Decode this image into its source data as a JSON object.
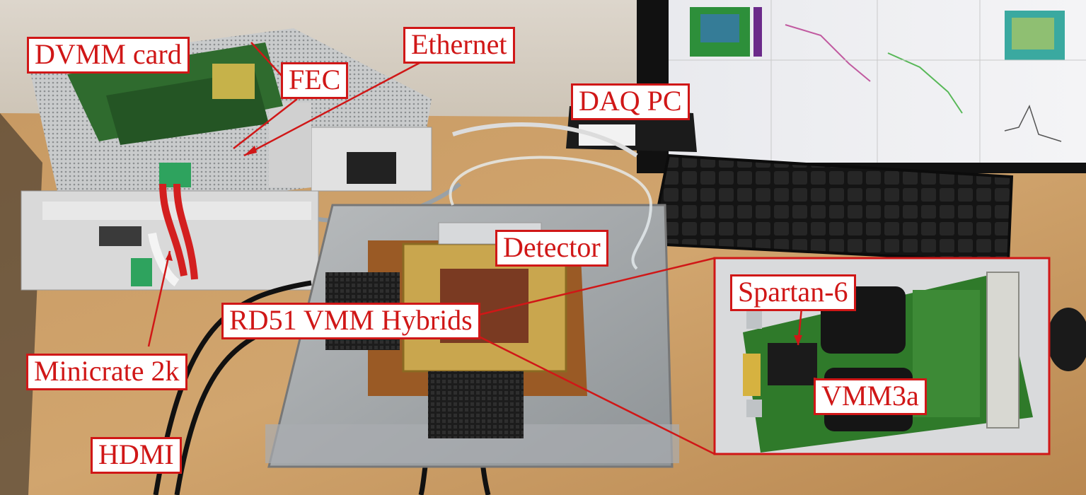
{
  "photo": {
    "description_free": true
  },
  "labels": {
    "dvmm_card": "DVMM card",
    "fec": "FEC",
    "ethernet": "Ethernet",
    "daq_pc": "DAQ PC",
    "detector": "Detector",
    "rd51_vmm_hybrids": "RD51 VMM Hybrids",
    "spartan6": "Spartan-6",
    "vmm3a": "VMM3a",
    "minicrate_2k": "Minicrate 2k",
    "hdmi": "HDMI"
  },
  "colors": {
    "annotation": "#d01717",
    "label_bg": "#ffffff"
  }
}
